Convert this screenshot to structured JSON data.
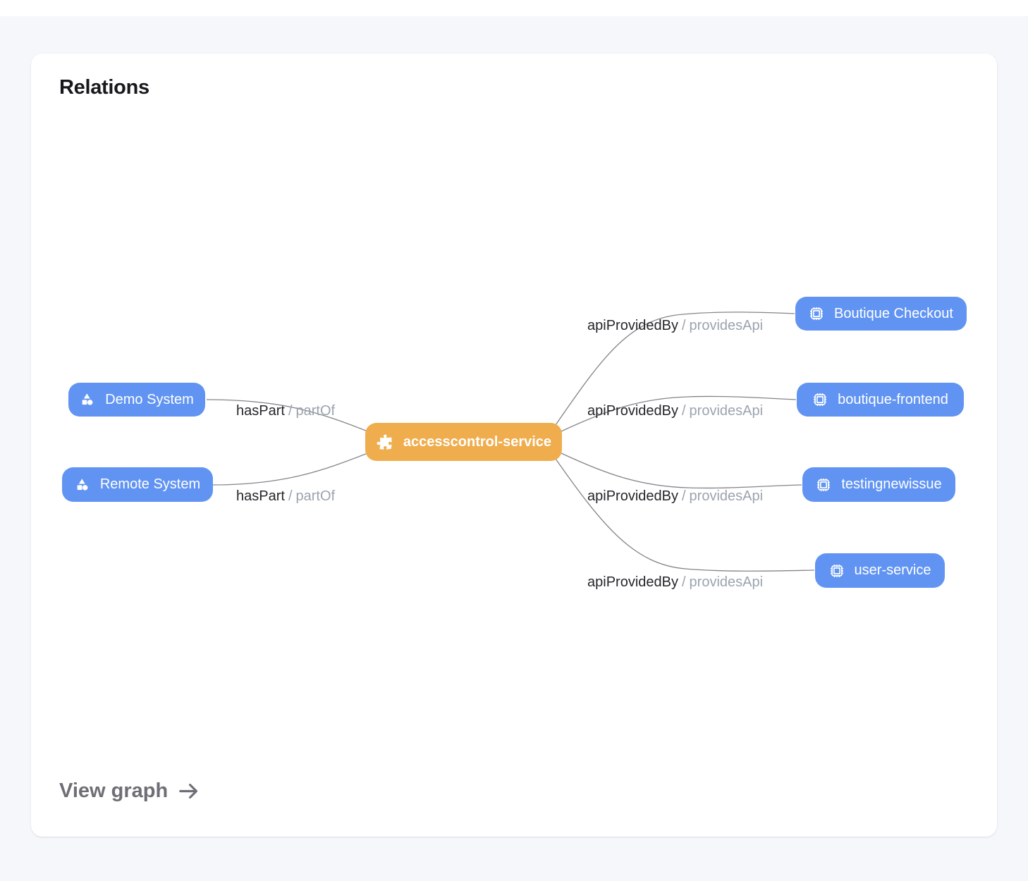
{
  "colors": {
    "page_background": "#F6F7FB",
    "card_background": "#FFFFFF",
    "center_node": "#EFAD4D",
    "related_node": "#6194F2",
    "node_text": "#FFFFFF",
    "edge_line": "#85858A",
    "edge_label_primary": "#26262B",
    "edge_label_secondary": "#9CA3AF",
    "footer_link": "#6E6F75"
  },
  "card": {
    "title": "Relations",
    "footer_link_label": "View graph",
    "footer_link_icon": "arrow-right-icon"
  },
  "graph": {
    "center_node": {
      "label": "accesscontrol-service",
      "icon": "puzzle-piece-icon"
    },
    "left_nodes": [
      {
        "label": "Demo System",
        "icon": "shapes-icon"
      },
      {
        "label": "Remote System",
        "icon": "shapes-icon"
      }
    ],
    "right_nodes": [
      {
        "label": "Boutique Checkout",
        "icon": "chip-icon"
      },
      {
        "label": "boutique-frontend",
        "icon": "chip-icon"
      },
      {
        "label": "testingnewissue",
        "icon": "chip-icon"
      },
      {
        "label": "user-service",
        "icon": "chip-icon"
      }
    ],
    "edges": [
      {
        "source": "accesscontrol-service",
        "target": "Demo System",
        "primary": "hasPart",
        "sep": "/",
        "secondary": "partOf"
      },
      {
        "source": "accesscontrol-service",
        "target": "Remote System",
        "primary": "hasPart",
        "sep": "/",
        "secondary": "partOf"
      },
      {
        "source": "accesscontrol-service",
        "target": "Boutique Checkout",
        "primary": "apiProvidedBy",
        "sep": "/",
        "secondary": "providesApi"
      },
      {
        "source": "accesscontrol-service",
        "target": "boutique-frontend",
        "primary": "apiProvidedBy",
        "sep": "/",
        "secondary": "providesApi"
      },
      {
        "source": "accesscontrol-service",
        "target": "testingnewissue",
        "primary": "apiProvidedBy",
        "sep": "/",
        "secondary": "providesApi"
      },
      {
        "source": "accesscontrol-service",
        "target": "user-service",
        "primary": "apiProvidedBy",
        "sep": "/",
        "secondary": "providesApi"
      }
    ]
  }
}
